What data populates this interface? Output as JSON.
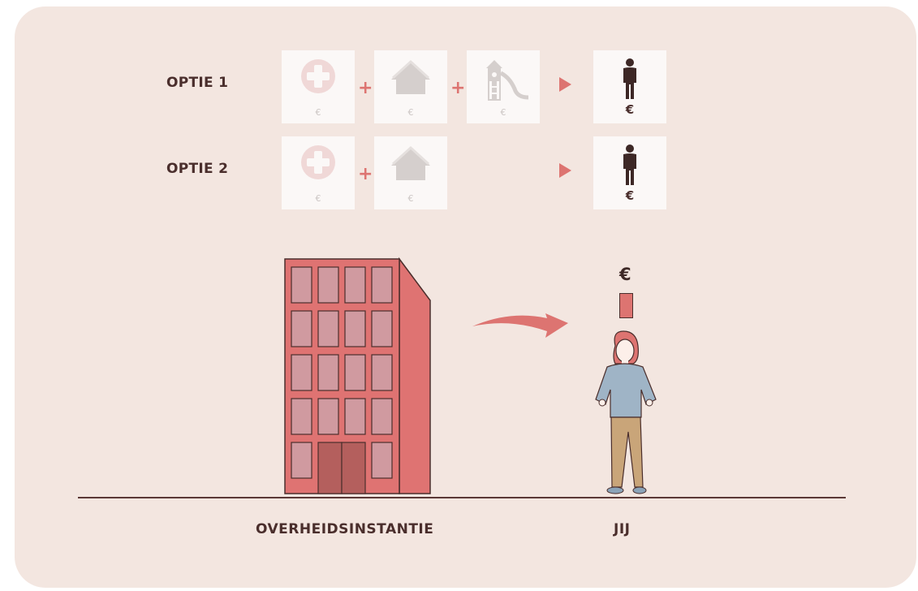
{
  "options": [
    {
      "label": "OPTIE 1",
      "items": [
        {
          "icon": "medical-cross-icon",
          "cost": "€"
        },
        {
          "icon": "house-icon",
          "cost": "€"
        },
        {
          "icon": "playground-slide-icon",
          "cost": "€"
        }
      ],
      "result": {
        "icon": "person-icon",
        "cost": "€"
      }
    },
    {
      "label": "OPTIE 2",
      "items": [
        {
          "icon": "medical-cross-icon",
          "cost": "€"
        },
        {
          "icon": "house-icon",
          "cost": "€"
        }
      ],
      "result": {
        "icon": "person-icon",
        "cost": "€"
      }
    }
  ],
  "plus_symbol": "+",
  "money_symbol": "€",
  "labels": {
    "government": "OVERHEIDSINSTANTIE",
    "you": "JIJ"
  },
  "colors": {
    "background": "#f3e6e0",
    "accent": "#dd7471",
    "dark": "#4a2e2c",
    "building": "#dd7471"
  }
}
